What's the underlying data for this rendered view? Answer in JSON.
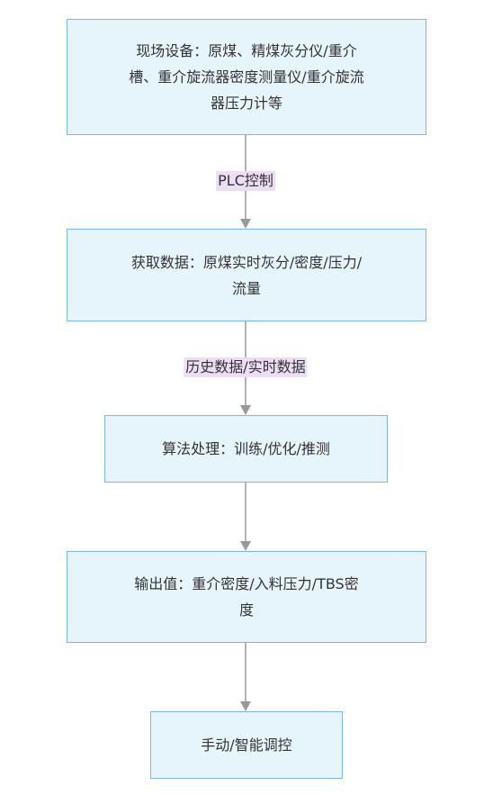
{
  "nodes": {
    "field_equipment": {
      "lines": [
        "现场设备：原煤、精煤灰分仪/重介",
        "槽、重介旋流器密度测量仪/重介旋流",
        "器压力计等"
      ]
    },
    "data_acquisition": {
      "lines": [
        "获取数据：原煤实时灰分/密度/压力/",
        "流量"
      ]
    },
    "algorithm_processing": {
      "lines": [
        "算法处理：训练/优化/推测"
      ]
    },
    "output_values": {
      "lines": [
        "输出值：重介密度/入料压力/TBS密",
        "度"
      ]
    },
    "control_mode": {
      "lines": [
        "手动/智能调控"
      ]
    }
  },
  "edges": {
    "plc_control": "PLC控制",
    "historical_realtime": "历史数据/实时数据"
  },
  "colors": {
    "node_fill": "#e6f4fc",
    "node_border": "#7fb6ea",
    "edge_line": "#999999",
    "label_bg": "#ecdef4"
  }
}
